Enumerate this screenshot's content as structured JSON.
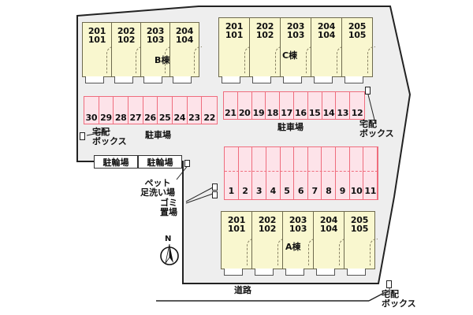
{
  "plan": {
    "title": "apartment-site-plan",
    "colors": {
      "building_fill": "#f9f7cf",
      "building_stroke": "#6e6a4e",
      "parking_fill": "#fde3e9",
      "parking_stroke": "#ef6d7d",
      "site_fill": "#eeeeee",
      "site_stroke": "#222222"
    }
  },
  "buildings": [
    {
      "id": "building-b",
      "name": "B棟",
      "units": [
        {
          "upper": "201",
          "lower": "101"
        },
        {
          "upper": "202",
          "lower": "102"
        },
        {
          "upper": "203",
          "lower": "103"
        },
        {
          "upper": "204",
          "lower": "104"
        }
      ]
    },
    {
      "id": "building-c",
      "name": "C棟",
      "units": [
        {
          "upper": "201",
          "lower": "101"
        },
        {
          "upper": "202",
          "lower": "102"
        },
        {
          "upper": "203",
          "lower": "103"
        },
        {
          "upper": "204",
          "lower": "104"
        },
        {
          "upper": "205",
          "lower": "105"
        }
      ]
    },
    {
      "id": "building-a",
      "name": "A棟",
      "units": [
        {
          "upper": "201",
          "lower": "101"
        },
        {
          "upper": "202",
          "lower": "102"
        },
        {
          "upper": "203",
          "lower": "103"
        },
        {
          "upper": "204",
          "lower": "104"
        },
        {
          "upper": "205",
          "lower": "105"
        }
      ]
    }
  ],
  "parking": {
    "label_left": "駐車場",
    "label_right": "駐車場",
    "rows": [
      {
        "id": "parking-row-left",
        "stalls": [
          "30",
          "29",
          "28",
          "27",
          "26",
          "25",
          "24",
          "23",
          "22"
        ]
      },
      {
        "id": "parking-row-right",
        "stalls": [
          "21",
          "20",
          "19",
          "18",
          "17",
          "16",
          "15",
          "14",
          "13",
          "12"
        ]
      },
      {
        "id": "parking-row-center",
        "stalls": [
          "1",
          "2",
          "3",
          "4",
          "5",
          "6",
          "7",
          "8",
          "9",
          "10",
          "11"
        ]
      }
    ]
  },
  "facilities": {
    "delivery_box_left": "宅配\nボックス",
    "delivery_box_left_l1": "宅配",
    "delivery_box_left_l2": "ボックス",
    "delivery_box_right_l1": "宅配",
    "delivery_box_right_l2": "ボックス",
    "delivery_box_bottom_l1": "宅配",
    "delivery_box_bottom_l2": "ボックス",
    "bicycle_parking_1": "駐輪場",
    "bicycle_parking_2": "駐輪場",
    "pet_wash_l1": "ペット",
    "pet_wash_l2": "足洗い場",
    "garbage_l1": "ゴミ",
    "garbage_l2": "置場",
    "road": "道路"
  },
  "compass": {
    "north_label": "N"
  }
}
